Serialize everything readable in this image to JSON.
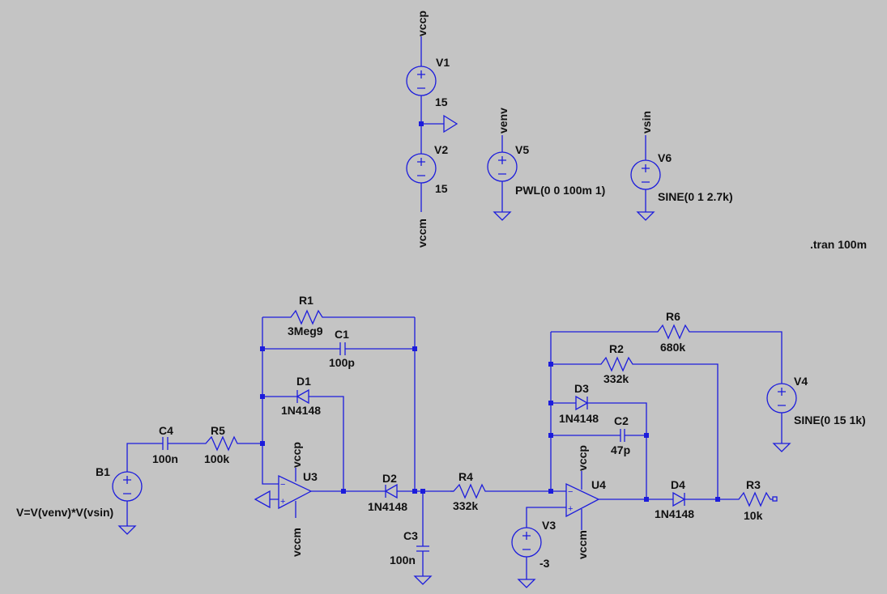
{
  "nets": {
    "vccp": "vccp",
    "vccm": "vccm",
    "venv": "venv",
    "vsin": "vsin"
  },
  "components": {
    "V1": {
      "name": "V1",
      "value": "15"
    },
    "V2": {
      "name": "V2",
      "value": "15"
    },
    "V5": {
      "name": "V5",
      "value": "PWL(0 0 100m 1)"
    },
    "V6": {
      "name": "V6",
      "value": "SINE(0 1 2.7k)"
    },
    "V4": {
      "name": "V4",
      "value": "SINE(0 15 1k)"
    },
    "V3": {
      "name": "V3",
      "value": "-3"
    },
    "B1": {
      "name": "B1",
      "value": "V=V(venv)*V(vsin)"
    },
    "C4": {
      "name": "C4",
      "value": "100n"
    },
    "R5": {
      "name": "R5",
      "value": "100k"
    },
    "R1": {
      "name": "R1",
      "value": "3Meg9"
    },
    "C1": {
      "name": "C1",
      "value": "100p"
    },
    "D1": {
      "name": "D1",
      "value": "1N4148"
    },
    "U3": {
      "name": "U3"
    },
    "D2": {
      "name": "D2",
      "value": "1N4148"
    },
    "C3": {
      "name": "C3",
      "value": "100n"
    },
    "R4": {
      "name": "R4",
      "value": "332k"
    },
    "R6": {
      "name": "R6",
      "value": "680k"
    },
    "R2": {
      "name": "R2",
      "value": "332k"
    },
    "D3": {
      "name": "D3",
      "value": "1N4148"
    },
    "C2": {
      "name": "C2",
      "value": "47p"
    },
    "U4": {
      "name": "U4"
    },
    "D4": {
      "name": "D4",
      "value": "1N4148"
    },
    "R3": {
      "name": "R3",
      "value": "10k"
    }
  },
  "directive": ".tran 100m",
  "colors": {
    "background": "#c4c4c4",
    "wire": "#1c1cdc",
    "text": "#111111"
  }
}
